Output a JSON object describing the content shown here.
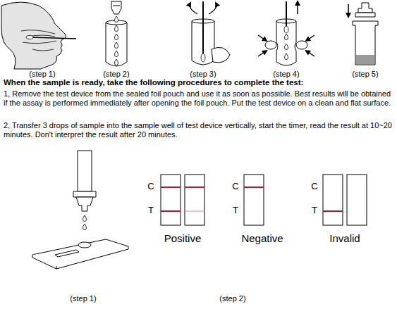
{
  "diagram": {
    "title": "When the sample is ready, take the following procedures to complete the test:",
    "labels": [
      "(step 1)",
      "(step 2)",
      "(step 3)",
      "(step 4)",
      "(step 5)",
      "1, Remove the test device from the sealed foil pouch and use it as soon as possible. Best results will be obtained if the assay is performed immediately after opening the foil pouch. Put the test device on a clean and flat surface.",
      "2, Transfer 3 drops of sample into the sample well of test device vertically, start the timer, read the result at 10~20 minutes. Don't interpret the result after 20 minutes.",
      "C",
      "T",
      "C",
      "T",
      "C",
      "T",
      "Positive",
      "Negative",
      "Invalid",
      "(step 1)",
      "(step 2)"
    ]
  }
}
